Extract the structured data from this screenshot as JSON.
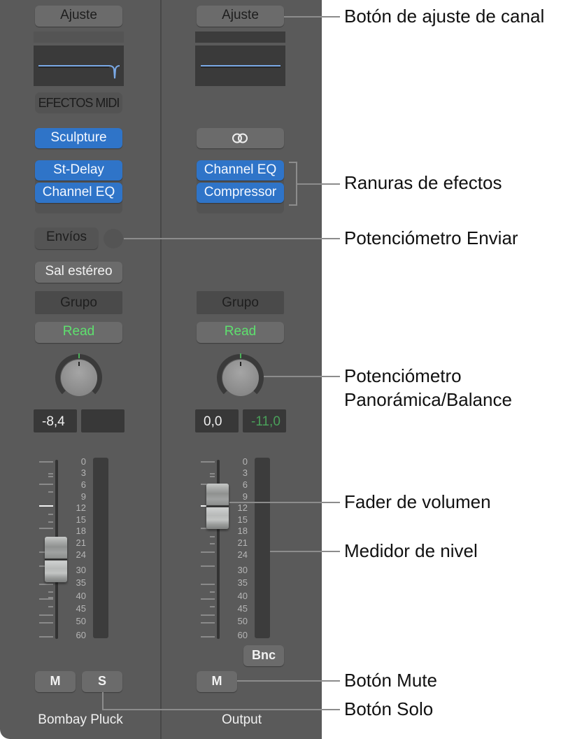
{
  "colors": {
    "panel_bg": "#5a5a5a",
    "plugin_blue": "#2f74c8",
    "read_green": "#5ee06e",
    "pan_green": "#4aa05a"
  },
  "channels": [
    {
      "name": "Bombay Pluck",
      "setting_label": "Ajuste",
      "midi_effects_label": "EFECTOS MIDI",
      "instrument": "Sculpture",
      "effects": [
        "St-Delay",
        "Channel EQ"
      ],
      "sends_label": "Envíos",
      "output_label": "Sal estéreo",
      "group_label": "Grupo",
      "automation_label": "Read",
      "volume_value": "-8,4",
      "peak_value": "",
      "mute_label": "M",
      "solo_label": "S",
      "scale": [
        "0",
        "3",
        "6",
        "9",
        "12",
        "15",
        "18",
        "21",
        "24",
        "30",
        "35",
        "40",
        "45",
        "50",
        "60"
      ]
    },
    {
      "name": "Output",
      "setting_label": "Ajuste",
      "stereo_link_icon": "link-rings-icon",
      "effects": [
        "Channel EQ",
        "Compressor"
      ],
      "group_label": "Grupo",
      "automation_label": "Read",
      "volume_value": "0,0",
      "peak_value": "-11,0",
      "bounce_label": "Bnc",
      "mute_label": "M",
      "scale": [
        "0",
        "3",
        "6",
        "9",
        "12",
        "15",
        "18",
        "21",
        "24",
        "30",
        "35",
        "40",
        "45",
        "50",
        "60"
      ]
    }
  ],
  "callouts": {
    "setting_button": "Botón de ajuste de canal",
    "effect_slots": "Ranuras de efectos",
    "send_knob": "Potenciómetro Enviar",
    "pan_knob_line1": "Potenciómetro",
    "pan_knob_line2": "Panorámica/Balance",
    "volume_fader": "Fader de volumen",
    "level_meter": "Medidor de nivel",
    "mute_button": "Botón Mute",
    "solo_button": "Botón Solo"
  }
}
